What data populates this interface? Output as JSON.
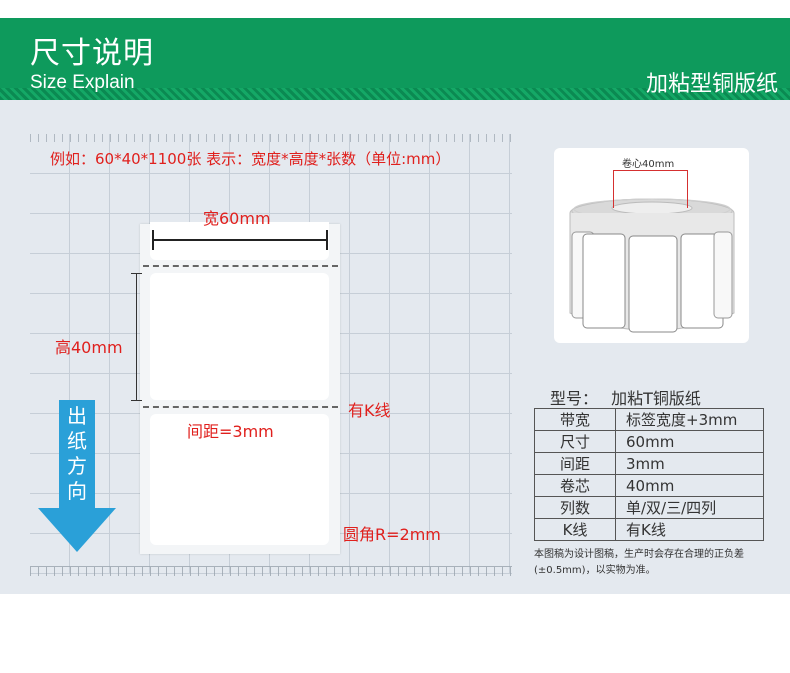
{
  "header": {
    "title_cn": "尺寸说明",
    "title_en": "Size Explain",
    "product_type": "加粘型铜版纸",
    "bg_color": "#0e9a5c"
  },
  "diagram": {
    "example_text": "例如：60*40*1100张  表示：宽度*高度*张数（单位:mm）",
    "width_label": "宽60mm",
    "height_label": "高40mm",
    "k_line_label": "有K线",
    "gap_label": "间距=3mm",
    "corner_label": "圆角R=2mm",
    "direction_label": "出纸方向",
    "arrow_color": "#2aa0d8",
    "text_color": "#e0201d"
  },
  "roll": {
    "core_label": "卷心40mm"
  },
  "spec": {
    "model_key": "型号：",
    "model_value": "加粘T铜版纸",
    "rows": [
      {
        "key": "带宽",
        "value": "标签宽度+3mm"
      },
      {
        "key": "尺寸",
        "value": "60mm"
      },
      {
        "key": "间距",
        "value": "3mm"
      },
      {
        "key": "卷芯",
        "value": "40mm"
      },
      {
        "key": "列数",
        "value": "单/双/三/四列"
      },
      {
        "key": "K线",
        "value": "有K线"
      }
    ],
    "note": "本图稿为设计图稿，生产时会存在合理的正负差(±0.5mm)，以实物为准。"
  }
}
